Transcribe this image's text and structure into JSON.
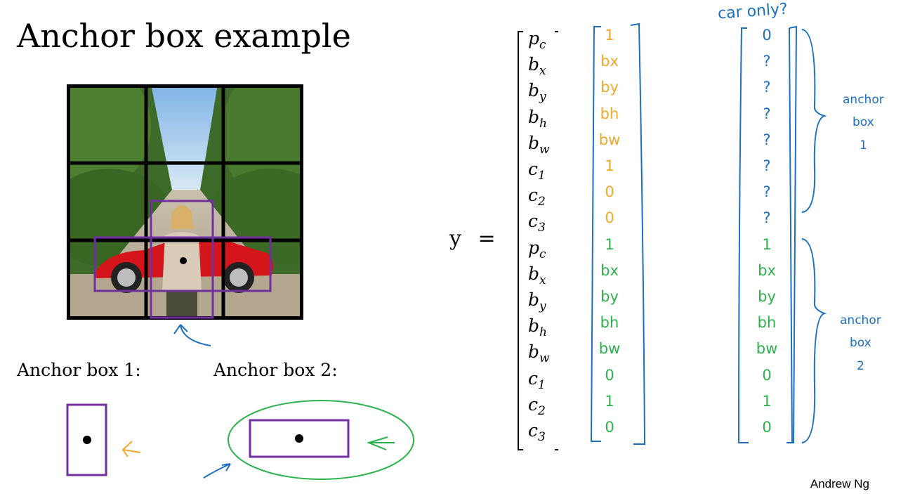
{
  "slide": {
    "title": "Anchor box example",
    "author": "Andrew Ng"
  },
  "anchor_labels": {
    "box1": "Anchor box 1:",
    "box2": "Anchor box 2:"
  },
  "equation": {
    "lhs": "y",
    "equals": "="
  },
  "vector_entries": [
    {
      "base": "p",
      "sub": "c"
    },
    {
      "base": "b",
      "sub": "x"
    },
    {
      "base": "b",
      "sub": "y"
    },
    {
      "base": "b",
      "sub": "h"
    },
    {
      "base": "b",
      "sub": "w"
    },
    {
      "base": "c",
      "sub": "1"
    },
    {
      "base": "c",
      "sub": "2"
    },
    {
      "base": "c",
      "sub": "3"
    },
    {
      "base": "p",
      "sub": "c"
    },
    {
      "base": "b",
      "sub": "x"
    },
    {
      "base": "b",
      "sub": "y"
    },
    {
      "base": "b",
      "sub": "h"
    },
    {
      "base": "b",
      "sub": "w"
    },
    {
      "base": "c",
      "sub": "1"
    },
    {
      "base": "c",
      "sub": "2"
    },
    {
      "base": "c",
      "sub": "3"
    }
  ],
  "handwritten": {
    "first_column": [
      "1",
      "bx",
      "by",
      "bh",
      "bw",
      "1",
      "0",
      "0",
      "1",
      "bx",
      "by",
      "bh",
      "bw",
      "0",
      "1",
      "0"
    ],
    "second_column": [
      "0",
      "?",
      "?",
      "?",
      "?",
      "?",
      "?",
      "?",
      "1",
      "bx",
      "by",
      "bh",
      "bw",
      "0",
      "1",
      "0"
    ],
    "question": "car only?",
    "brace1_label": [
      "anchor",
      "box",
      "1"
    ],
    "brace2_label": [
      "anchor",
      "box",
      "2"
    ]
  },
  "colors": {
    "orange": "#F4A82A",
    "green": "#2BB24C",
    "blue": "#1E6FBF",
    "purple": "#7030A0",
    "grid": "#000000"
  }
}
